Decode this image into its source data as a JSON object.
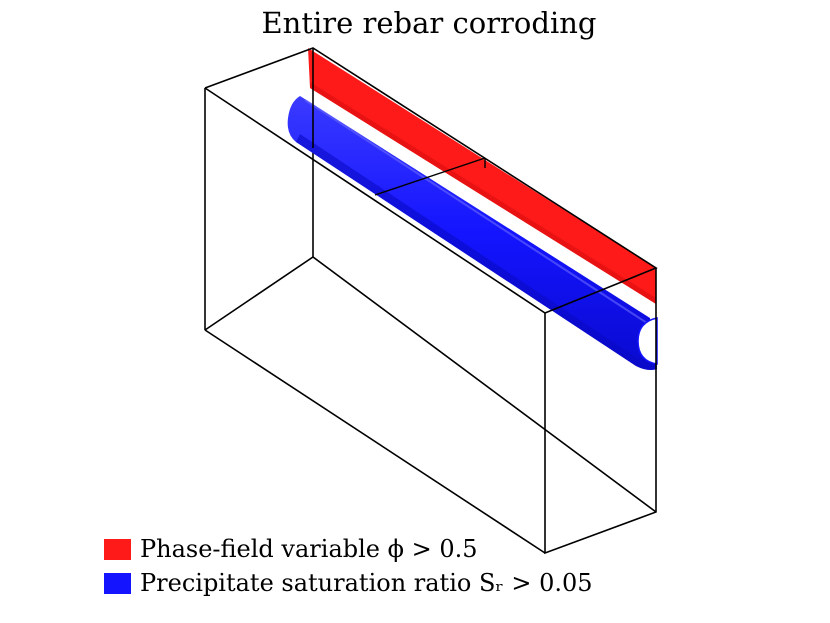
{
  "title": "Entire rebar corroding",
  "legend": [
    {
      "label": "Phase-field variable ϕ > 0.5",
      "color": "#ff1a1a"
    },
    {
      "label": "Precipitate saturation ratio Sᵣ > 0.05",
      "color": "#1414ff"
    }
  ],
  "colors": {
    "frame": "#000000",
    "phase_field": "#ff1a1a",
    "phase_field_dark": "#e01010",
    "precipitate": "#1414ff",
    "precipitate_dark": "#0a0ac8",
    "bore": "#ffffff"
  }
}
